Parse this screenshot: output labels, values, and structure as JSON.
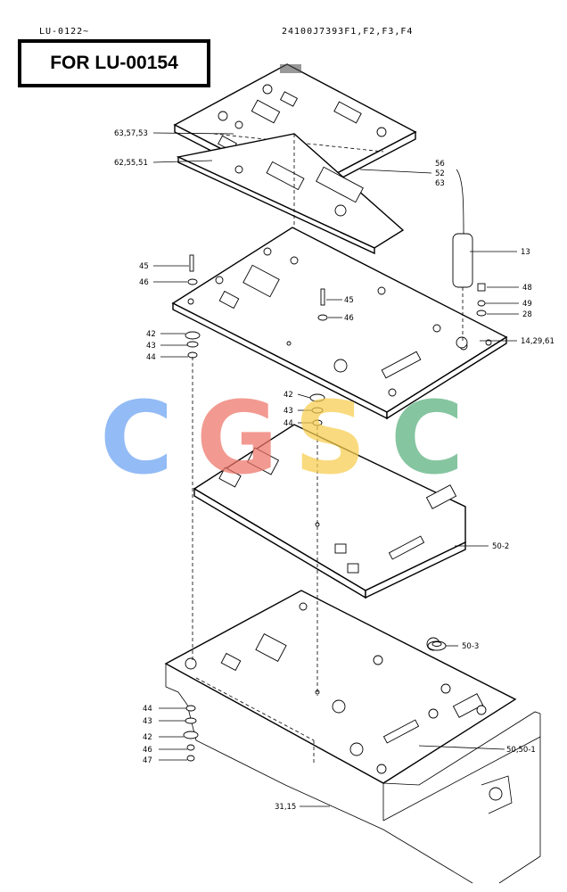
{
  "header": {
    "model_range": "LU-0122~",
    "part_code": "24100J7393F1,F2,F3,F4",
    "badge": "FOR LU-00154"
  },
  "callouts": {
    "c63_57_53": "63,57,53",
    "c62_55_51": "62,55,51",
    "c56": "56",
    "c52": "52",
    "c63": "63",
    "c13": "13",
    "c45a": "45",
    "c46a": "46",
    "c45b": "45",
    "c46b": "46",
    "c48": "48",
    "c49": "49",
    "c28": "28",
    "c42a": "42",
    "c43a": "43",
    "c44a": "44",
    "c14_29_61": "14,29,61",
    "c42b": "42",
    "c43b": "43",
    "c44b": "44",
    "c50_2": "50-2",
    "c50_3": "50-3",
    "c44c": "44",
    "c43c": "43",
    "c42c": "42",
    "c46c": "46",
    "c47": "47",
    "c50_50_1": "50,50-1",
    "c31_15": "31,15"
  },
  "watermark": {
    "letters": [
      "C",
      "G",
      "S",
      "C"
    ],
    "colors": [
      "#6aa2f2",
      "#ee7467",
      "#f7cd4d",
      "#57b07c"
    ]
  }
}
